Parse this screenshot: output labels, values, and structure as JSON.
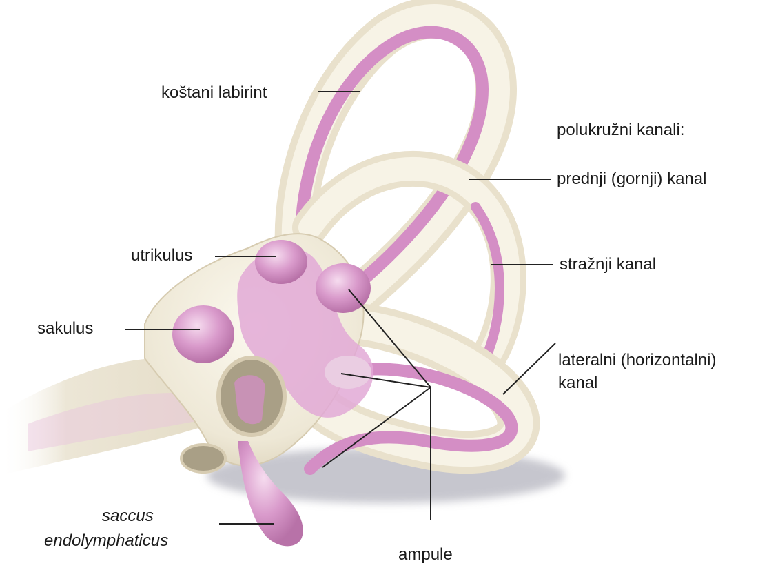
{
  "labels": {
    "bony_labyrinth": "koštani labirint",
    "semicircular_canals": "polukružni kanali:",
    "anterior_canal": "prednji (gornji) kanal",
    "utricle": "utrikulus",
    "posterior_canal": "stražnji kanal",
    "saccule": "sakulus",
    "lateral_canal_line1": "lateralni (horizontalni)",
    "lateral_canal_line2": "kanal",
    "saccus_line1": "saccus",
    "saccus_line2": "endolymphaticus",
    "ampullae": "ampule"
  },
  "colors": {
    "bone": "#efeadc",
    "bone_edge": "#d8ccb2",
    "membrane": "#d68fc6",
    "membrane_light": "#f0c8e6",
    "membrane_dark": "#b86aa6",
    "cavity": "#bdb49c",
    "shadow": "#9a9aa8",
    "leader_line": "#222222"
  }
}
